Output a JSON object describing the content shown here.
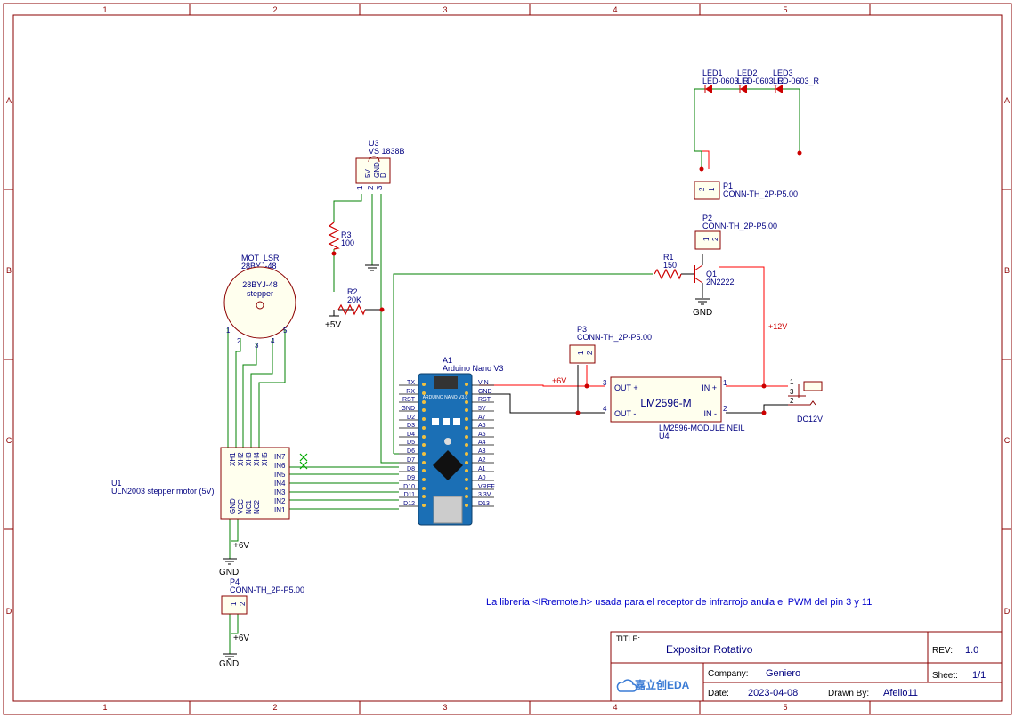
{
  "frame": {
    "cols": [
      "1",
      "2",
      "3",
      "4",
      "5"
    ],
    "rows": [
      "A",
      "B",
      "C",
      "D"
    ]
  },
  "components": {
    "led1": {
      "ref": "LED1",
      "value": "LED-0603_R"
    },
    "led2": {
      "ref": "LED2",
      "value": "LED-0603_R"
    },
    "led3": {
      "ref": "LED3",
      "value": "LED-0603_R"
    },
    "p1": {
      "ref": "P1",
      "value": "CONN-TH_2P-P5.00"
    },
    "p2": {
      "ref": "P2",
      "value": "CONN-TH_2P-P5.00"
    },
    "p3": {
      "ref": "P3",
      "value": "CONN-TH_2P-P5.00"
    },
    "p4": {
      "ref": "P4",
      "value": "CONN-TH_2P-P5.00"
    },
    "u3": {
      "ref": "U3",
      "value": "VS 1838B",
      "pins": [
        "5V",
        "GND",
        "D"
      ],
      "pin_nums": [
        "1",
        "2",
        "3"
      ]
    },
    "r1": {
      "ref": "R1",
      "value": "150"
    },
    "r2": {
      "ref": "R2",
      "value": "20K"
    },
    "r3": {
      "ref": "R3",
      "value": "100"
    },
    "q1": {
      "ref": "Q1",
      "value": "2N2222"
    },
    "motor": {
      "ref": "MOT_LSR",
      "value": "28BYJ-48",
      "inner": "28BYJ-48",
      "inner2": "stepper",
      "pins": [
        "1",
        "2",
        "3",
        "4",
        "5"
      ]
    },
    "a1": {
      "ref": "A1",
      "value": "Arduino Nano V3",
      "left_pins": [
        "TX",
        "RX",
        "RST",
        "GND",
        "D2",
        "D3",
        "D4",
        "D5",
        "D6",
        "D7",
        "D8",
        "D9",
        "D10",
        "D11",
        "D12"
      ],
      "right_pins": [
        "VIN",
        "GND",
        "RST",
        "5V",
        "A7",
        "A6",
        "A5",
        "A4",
        "A3",
        "A2",
        "A1",
        "A0",
        "VREF",
        "3.3V",
        "D13"
      ],
      "board_text": "ARDUINO NANO V3.0"
    },
    "u4": {
      "ref": "U4",
      "value": "LM2596-MODULE NEIL",
      "title": "LM2596-M",
      "out_plus": "OUT +",
      "out_minus": "OUT -",
      "in_plus": "IN +",
      "in_minus": "IN -",
      "p1": "1",
      "p2": "2",
      "p3": "3",
      "p4": "4"
    },
    "u1": {
      "ref": "U1",
      "value": "ULN2003 stepper motor (5V)",
      "top_pins": [
        "XH1",
        "XH2",
        "XH3",
        "XH4",
        "XH5"
      ],
      "right_pins": [
        "IN7",
        "IN6",
        "IN5",
        "IN4",
        "IN3",
        "IN2",
        "IN1"
      ],
      "bottom_pins": [
        "GND",
        "VCC",
        "NC1",
        "NC2"
      ]
    },
    "dc": {
      "label": "DC12V",
      "pins": [
        "1",
        "3",
        "2"
      ]
    }
  },
  "nets": {
    "gnd": "GND",
    "p6v": "+6V",
    "p5v": "+5V",
    "p12v": "+12V"
  },
  "note": "La librería <IRremote.h> usada para el receptor de infrarrojo anula el PWM del pin 3 y 11",
  "title_block": {
    "title_label": "TITLE:",
    "title": "Expositor Rotativo",
    "rev_label": "REV:",
    "rev": "1.0",
    "company_label": "Company:",
    "company": "Geniero",
    "sheet_label": "Sheet:",
    "sheet": "1/1",
    "date_label": "Date:",
    "date": "2023-04-08",
    "drawn_label": "Drawn By:",
    "drawn": "Afelio11",
    "logo": "嘉立创EDA"
  },
  "colors": {
    "frame": "#8b0000",
    "wire_green": "#008000",
    "wire_red": "#ff0000",
    "wire_black": "#000000",
    "text_blue": "#000080",
    "note_blue": "#0000cc",
    "junction": "#cc0000"
  }
}
